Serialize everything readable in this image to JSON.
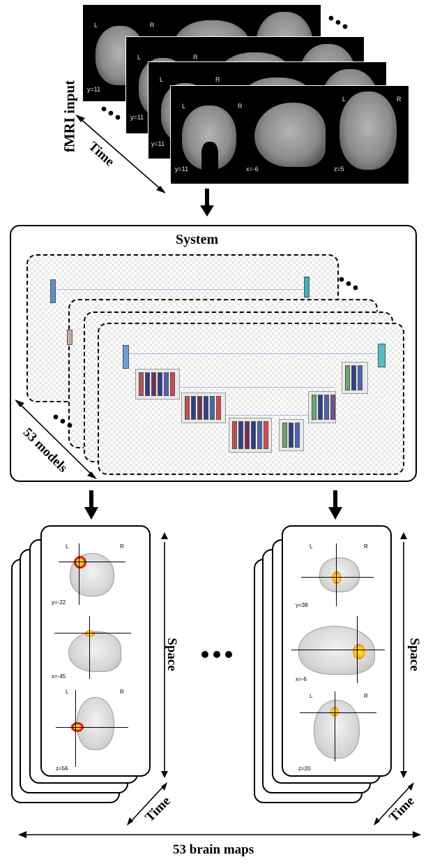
{
  "input": {
    "label": "fMRI input",
    "time_label": "Time",
    "frames": [
      {
        "coronal": "y=11",
        "hemis_left": "L",
        "hemis_right": "R"
      },
      {
        "coronal": "y=11",
        "hemis_left": "L",
        "hemis_right": "R"
      },
      {
        "coronal": "y=11",
        "hemis_left": "L",
        "hemis_right": "R"
      },
      {
        "coronal": "y=11",
        "hemis_left": "L",
        "hemis_right": "R",
        "sagittal": "x=-6",
        "axial": "z=5"
      }
    ]
  },
  "system": {
    "title": "System",
    "models_label": "53 models"
  },
  "outputs": {
    "left": {
      "coronal": "y=-22",
      "sagittal": "x=-45",
      "axial": "z=56",
      "hemis_left": "L",
      "hemis_right": "R"
    },
    "right": {
      "coronal": "y=38",
      "sagittal": "x=-6",
      "axial": "z=20",
      "hemis_left": "L",
      "hemis_right": "R"
    },
    "space_label": "Space",
    "time_label": "Time",
    "maps_label": "53 brain maps"
  },
  "colors": {
    "activation_core": "#fff03a",
    "activation_edge": "#e02d10",
    "block_blue": "#2d3f8c",
    "block_red": "#d9474b",
    "block_teal": "#4fb6c4"
  }
}
